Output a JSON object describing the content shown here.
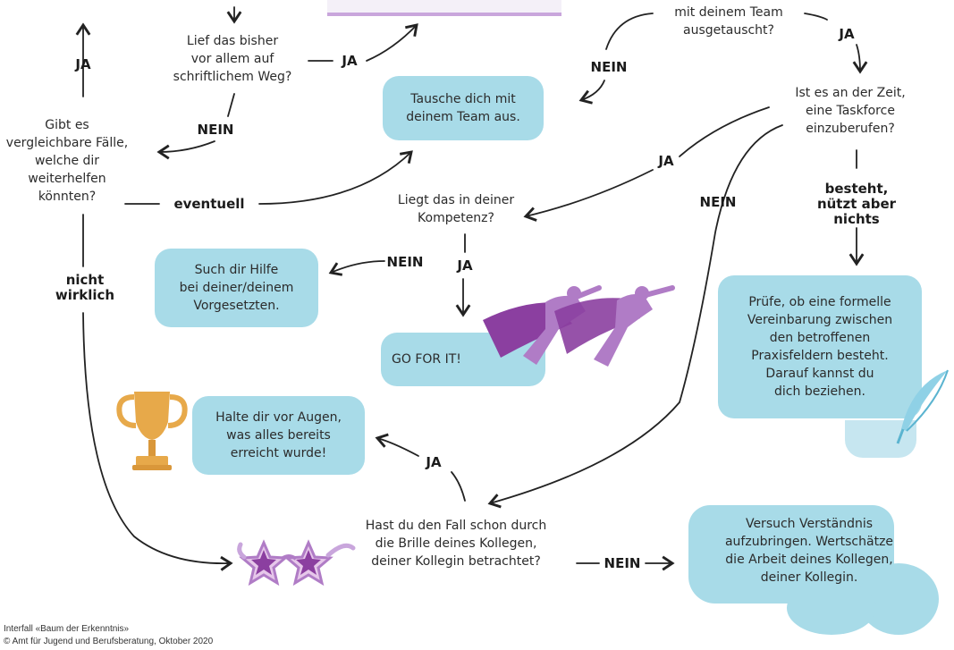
{
  "questions": {
    "schriftlich": "Lief das bisher\nvor allem auf\nschriftlichem Weg?",
    "ausgetauscht": "mit deinem Team\nausgetauscht?",
    "taskforce": "Ist es an der Zeit,\neine Taskforce\neinzuberufen?",
    "vergleichbar": "Gibt es\nvergleichbare Fälle,\nwelche dir\nweiterhelfen\nkönnten?",
    "kompetenz": "Liegt das in deiner\nKompetenz?",
    "brille": "Hast du den Fall schon durch\ndie Brille deines Kollegen,\ndeiner Kollegin betrachtet?"
  },
  "boxes": {
    "tausche": "Tausche dich mit\ndeinem Team aus.",
    "hilfe": "Such dir Hilfe\nbei deiner/deinem\nVorgesetzten.",
    "go": "GO FOR IT!",
    "pruefe": "Prüfe, ob eine formelle\nVereinbarung zwischen\nden betroffenen\nPraxisfeldern besteht.\nDarauf kannst du\ndich beziehen.",
    "halte": "Halte dir vor Augen,\nwas alles bereits\nerreicht wurde!",
    "versuch": "Versuch Verständnis\naufzubringen. Wertschätze\ndie Arbeit deines Kollegen,\ndeiner Kollegin."
  },
  "labels": {
    "ja_top_left": "JA",
    "ja_schriftlich": "JA",
    "nein_schriftlich": "NEIN",
    "nein_ausgetauscht": "NEIN",
    "ja_ausgetauscht": "JA",
    "eventuell": "eventuell",
    "ja_taskforce": "JA",
    "nein_taskforce": "NEIN",
    "besteht": "besteht,\nnützt aber\nnichts",
    "nicht_wirklich": "nicht\nwirklich",
    "nein_kompetenz": "NEIN",
    "ja_kompetenz": "JA",
    "ja_brille": "JA",
    "nein_brille": "NEIN"
  },
  "footer": {
    "line1": "Interfall «Baum der Erkenntnis»",
    "line2": "© Amt für Jugend und Berufsberatung, Oktober 2020"
  },
  "colors": {
    "box": "#a8dbe8",
    "purple": "#b07cc6",
    "gold": "#e7a94a",
    "feather": "#8fd1e6"
  },
  "icons": [
    "trophy-icon",
    "superheroes-illustration",
    "feather-quill-icon",
    "star-glasses-icon"
  ]
}
